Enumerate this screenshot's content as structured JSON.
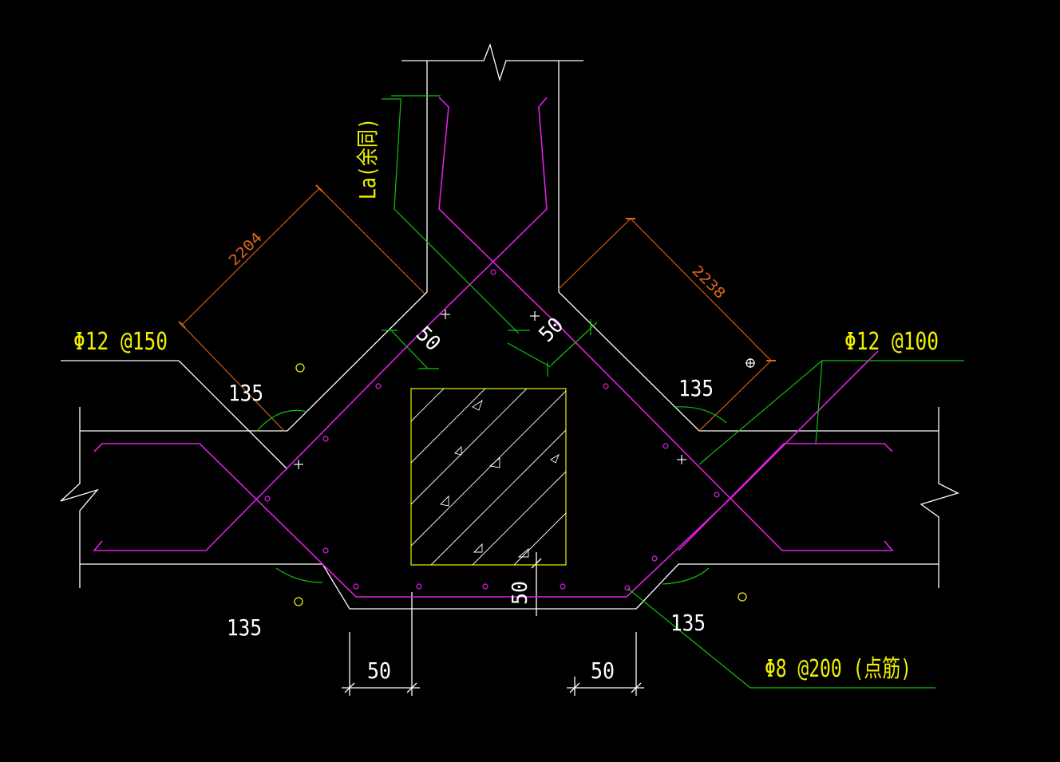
{
  "colors": {
    "background": "#000000",
    "outline": "#ffffff",
    "rebar": "#e020e0",
    "leader": "#10c010",
    "dimension": "#e06418",
    "label": "#f0f000",
    "grout": "#e8e800"
  },
  "labels": {
    "rebar_top_left": "Φ12 @150",
    "rebar_top_right": "Φ12 @100",
    "rebar_bottom": "Φ8 @200 (点筋)",
    "anchorage": "La(余同)"
  },
  "angles": {
    "top_left": "135",
    "top_right": "135",
    "bottom_left": "135",
    "bottom_right": "135"
  },
  "dimensions": {
    "diag_left": "2204",
    "diag_right": "2238",
    "cover_left": "50",
    "cover_right": "50",
    "cover_bottom": "50",
    "bottom_left": "50",
    "bottom_right": "50"
  }
}
